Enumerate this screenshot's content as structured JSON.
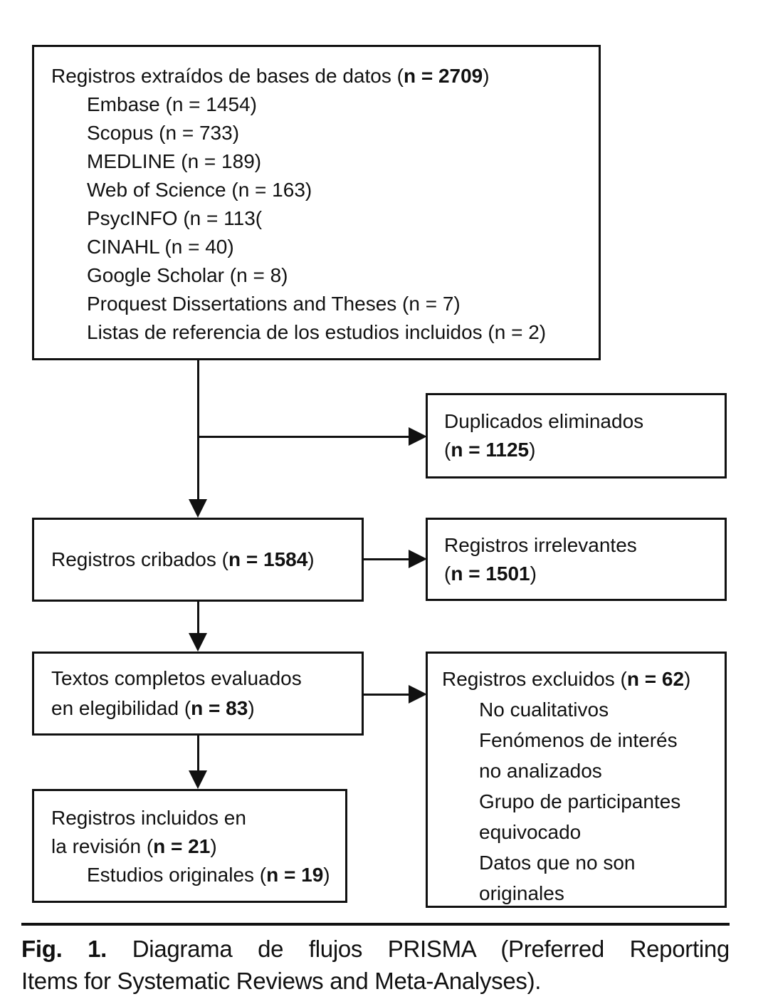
{
  "figure": {
    "boxes": {
      "identified": {
        "title": {
          "pre": "Registros extraídos de bases de datos (",
          "bold": "n = 2709",
          "post": ")"
        },
        "sources": [
          "Embase (n = 1454)",
          "Scopus (n = 733)",
          "MEDLINE (n = 189)",
          "Web of Science (n = 163)",
          "PsycINFO (n = 113(",
          "CINAHL (n = 40)",
          "Google Scholar (n = 8)",
          "Proquest Dissertations and Theses (n = 7)",
          "Listas de referencia de los estudios incluidos (n = 2)"
        ]
      },
      "duplicates_removed": {
        "line1": "Duplicados eliminados",
        "line2": {
          "pre": "(",
          "bold": "n = 1125",
          "post": ")"
        }
      },
      "screened": {
        "line1": {
          "pre": "Registros cribados (",
          "bold": "n = 1584",
          "post": ")"
        }
      },
      "irrelevant": {
        "line1": "Registros irrelevantes",
        "line2": {
          "pre": "(",
          "bold": "n = 1501",
          "post": ")"
        }
      },
      "fulltext": {
        "line1": "Textos completos evaluados",
        "line2": {
          "pre": "en elegibilidad (",
          "bold": "n = 83",
          "post": ")"
        }
      },
      "excluded": {
        "title": {
          "pre": "Registros excluidos (",
          "bold": "n = 62",
          "post": ")"
        },
        "reason_lines": [
          "No cualitativos",
          "Fenómenos de interés",
          "no analizados",
          "Grupo de participantes",
          "equivocado",
          "Datos que no son",
          "originales"
        ]
      },
      "included": {
        "line1": "Registros incluidos en",
        "line2": {
          "pre": "la revisión (",
          "bold": "n = 21",
          "post": ")"
        },
        "line3": {
          "pre": "Estudios originales (",
          "bold": "n = 19",
          "post": ")"
        }
      }
    },
    "caption": {
      "label": "Fig. 1.",
      "line1": "Diagrama de flujos PRISMA (Preferred Reporting",
      "line2": "Items for Systematic Reviews and Meta-Analyses)."
    }
  },
  "colors": {
    "ink": "#111111",
    "background": "#ffffff"
  }
}
